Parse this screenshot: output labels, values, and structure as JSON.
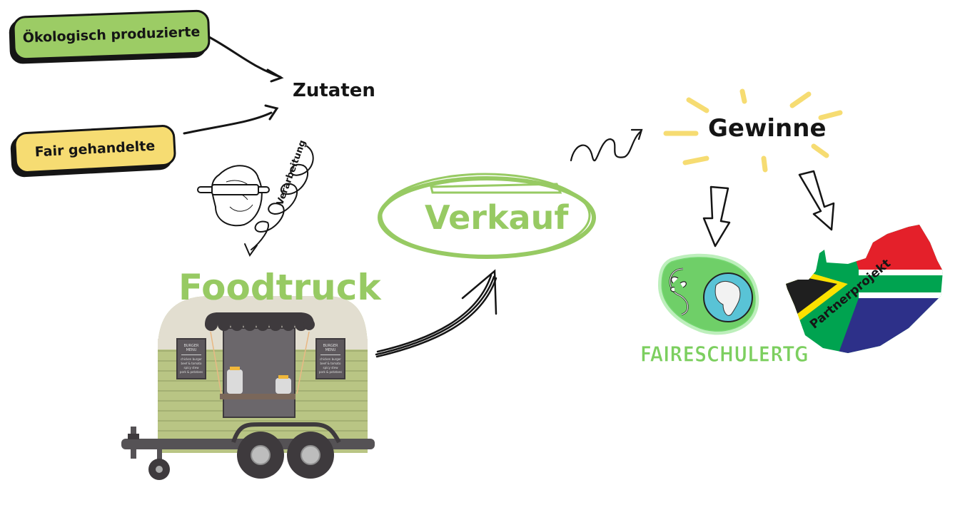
{
  "ingredients": {
    "organic_label": "Ökologisch produzierte",
    "fair_label": "Fair gehandelte",
    "target": "Zutaten"
  },
  "processing": {
    "label": "Verarbeitung",
    "icon": "rolling-pin-dough-icon"
  },
  "foodtruck": {
    "title": "Foodtruck",
    "menu_left": {
      "title_line1": "BURGER",
      "title_line2": "MENU",
      "items": [
        "chicken burger",
        "beef & tomato",
        "spicy stew",
        "pork & potatoes"
      ]
    },
    "menu_right": {
      "title_line1": "BURGER",
      "title_line2": "MENU",
      "items": [
        "chicken burger",
        "beef & tomato",
        "spicy stew",
        "pork & potatoes"
      ]
    }
  },
  "sale": {
    "label": "Verkauf"
  },
  "profit": {
    "label": "Gewinne"
  },
  "recipients": {
    "school_logo_text": "FAIRESCHULERTG",
    "partner_label": "Partnerprojekt"
  },
  "colors": {
    "green": "#97ca63",
    "tag_green": "#9ccc65",
    "tag_yellow": "#f6dc72",
    "sun_yellow": "#f6dc72",
    "ink": "#151515",
    "truck_green": "#b9c584",
    "truck_cream": "#e2ded0",
    "flag_red": "#e4202a",
    "flag_green": "#00a350",
    "flag_blue": "#2d3089",
    "flag_yellow": "#fbe100"
  }
}
